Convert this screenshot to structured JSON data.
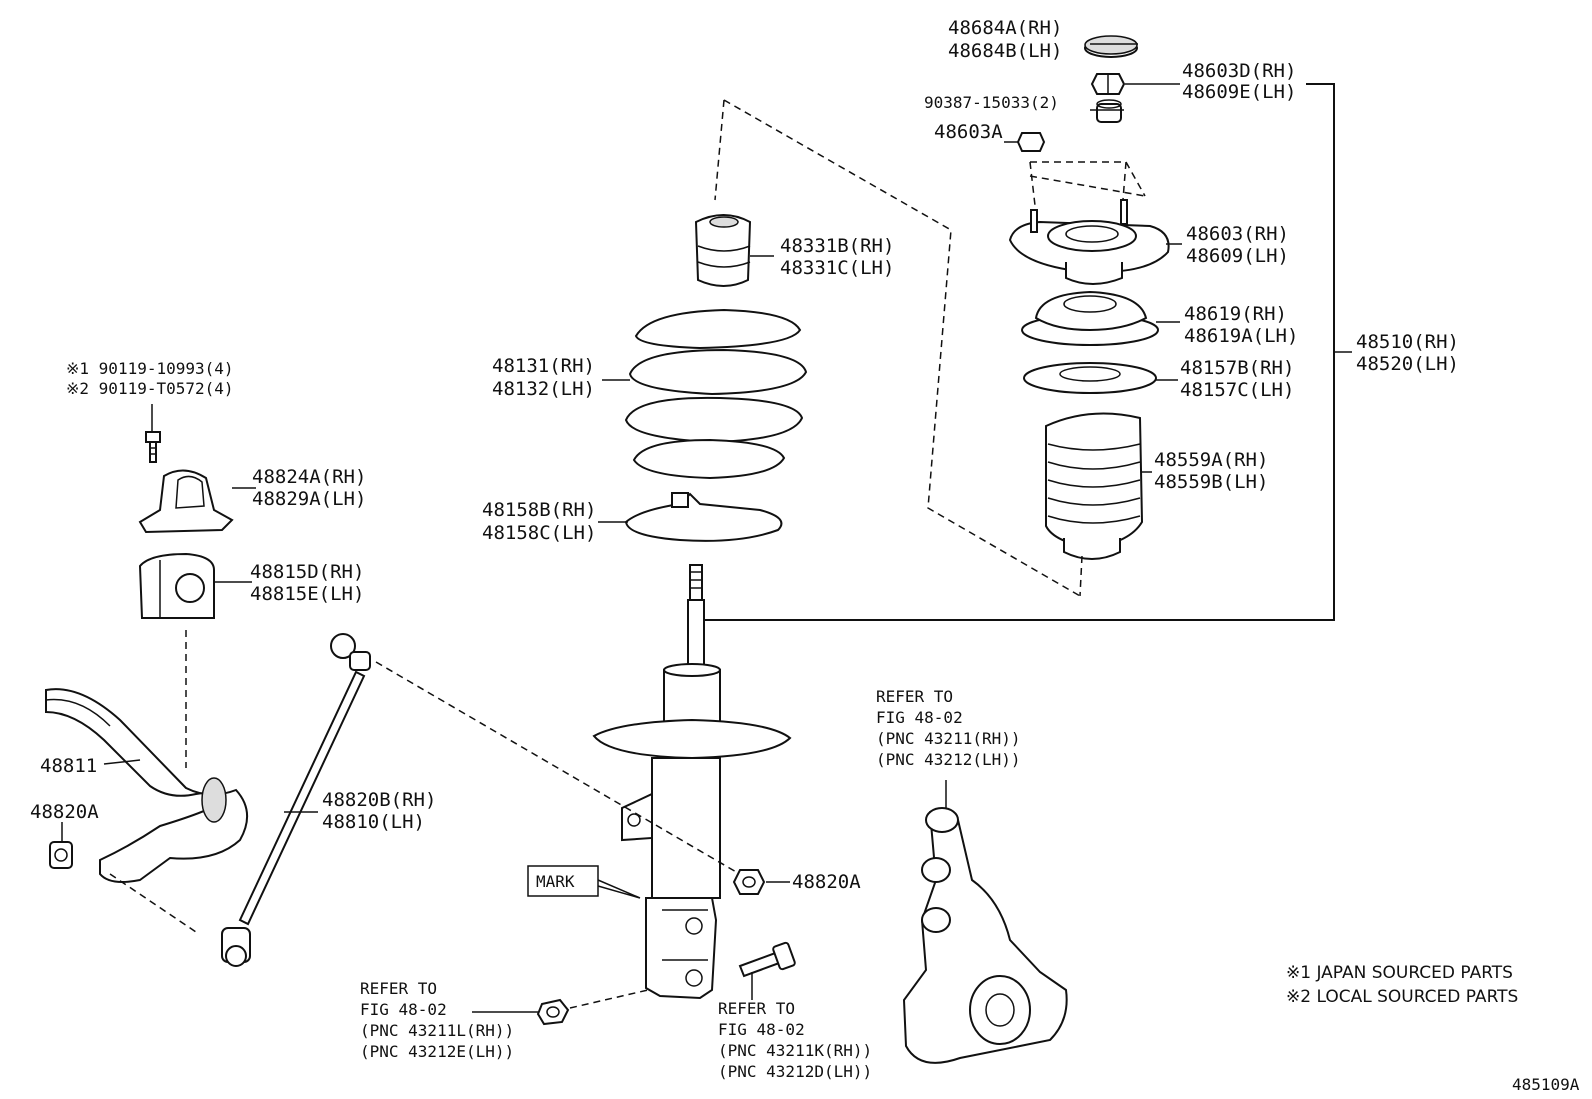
{
  "labels": {
    "p48684": [
      "48684A(RH)",
      "48684B(LH)"
    ],
    "p48603d": [
      "48603D(RH)",
      "48609E(LH)"
    ],
    "p90387": "90387-15033(2)",
    "p48603a": "48603A",
    "p48603": [
      "48603(RH)",
      "48609(LH)"
    ],
    "p48619": [
      "48619(RH)",
      "48619A(LH)"
    ],
    "p48157": [
      "48157B(RH)",
      "48157C(LH)"
    ],
    "p48559": [
      "48559A(RH)",
      "48559B(LH)"
    ],
    "p48510": [
      "48510(RH)",
      "48520(LH)"
    ],
    "p48331": [
      "48331B(RH)",
      "48331C(LH)"
    ],
    "p48131": [
      "48131(RH)",
      "48132(LH)"
    ],
    "p48158": [
      "48158B(RH)",
      "48158C(LH)"
    ],
    "p90119": [
      "※1 90119-10993(4)",
      "※2 90119-T0572(4)"
    ],
    "p48824": [
      "48824A(RH)",
      "48829A(LH)"
    ],
    "p48815": [
      "48815D(RH)",
      "48815E(LH)"
    ],
    "p48811": "48811",
    "p48820a_left": "48820A",
    "p48820b": [
      "48820B(RH)",
      "48810(LH)"
    ],
    "p48820a_right": "48820A",
    "mark": "MARK",
    "ref_knuckle": [
      "REFER TO",
      "FIG 48-02",
      "(PNC 43211(RH))",
      "(PNC 43212(LH))"
    ],
    "ref_nut": [
      "REFER TO",
      "FIG 48-02",
      "(PNC 43211L(RH))",
      "(PNC 43212E(LH))"
    ],
    "ref_bolt": [
      "REFER TO",
      "FIG 48-02",
      "(PNC 43211K(RH))",
      "(PNC 43212D(LH))"
    ]
  },
  "notes": [
    "※1 JAPAN SOURCED PARTS",
    "※2 LOCAL SOURCED PARTS"
  ],
  "diagram_id": "485109A"
}
